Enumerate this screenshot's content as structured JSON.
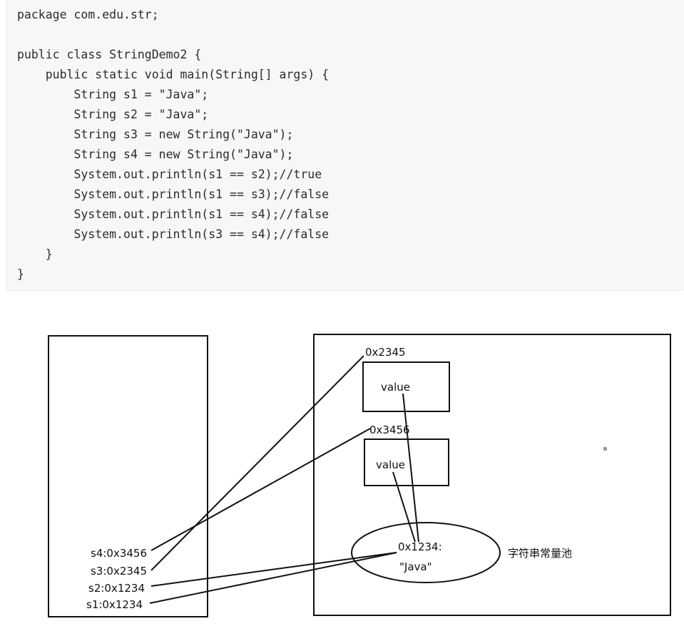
{
  "code": {
    "lines": [
      "package com.edu.str;",
      "",
      "public class StringDemo2 {",
      "    public static void main(String[] args) {",
      "        String s1 = \"Java\";",
      "        String s2 = \"Java\";",
      "        String s3 = new String(\"Java\");",
      "        String s4 = new String(\"Java\");",
      "        System.out.println(s1 == s2);//true",
      "        System.out.println(s1 == s3);//false",
      "        System.out.println(s1 == s4);//false",
      "        System.out.println(s3 == s4);//false",
      "    }",
      "}"
    ]
  },
  "diagram": {
    "stack": {
      "vars": {
        "s4": "s4:0x3456",
        "s3": "s3:0x2345",
        "s2": "s2:0x1234",
        "s1": "s1:0x1234"
      }
    },
    "heap": {
      "obj1": {
        "address": "0x2345",
        "field": "value"
      },
      "obj2": {
        "address": "0x3456",
        "field": "value"
      },
      "pool": {
        "address": "0x1234:",
        "literal": "\"Java\"",
        "label": "字符串常量池"
      }
    }
  }
}
